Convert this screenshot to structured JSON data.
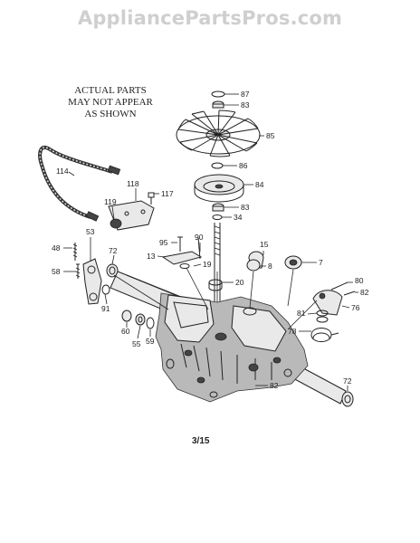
{
  "watermark": "AppliancePartsPros.com",
  "notice": [
    "ACTUAL PARTS",
    "MAY NOT APPEAR",
    "AS SHOWN"
  ],
  "page_number": "3/15",
  "callouts": [
    {
      "id": "c87",
      "label": "87"
    },
    {
      "id": "c83a",
      "label": "83"
    },
    {
      "id": "c85",
      "label": "85"
    },
    {
      "id": "c86",
      "label": "86"
    },
    {
      "id": "c84",
      "label": "84"
    },
    {
      "id": "c83b",
      "label": "83"
    },
    {
      "id": "c34",
      "label": "34"
    },
    {
      "id": "c114",
      "label": "114"
    },
    {
      "id": "c118",
      "label": "118"
    },
    {
      "id": "c117",
      "label": "117"
    },
    {
      "id": "c119",
      "label": "119"
    },
    {
      "id": "c90",
      "label": "90"
    },
    {
      "id": "c95",
      "label": "95"
    },
    {
      "id": "c13",
      "label": "13"
    },
    {
      "id": "c19",
      "label": "19"
    },
    {
      "id": "c15",
      "label": "15"
    },
    {
      "id": "c8",
      "label": "8"
    },
    {
      "id": "c7",
      "label": "7"
    },
    {
      "id": "c20",
      "label": "20"
    },
    {
      "id": "c48",
      "label": "48"
    },
    {
      "id": "c53",
      "label": "53"
    },
    {
      "id": "c72a",
      "label": "72"
    },
    {
      "id": "c58",
      "label": "58"
    },
    {
      "id": "c80",
      "label": "80"
    },
    {
      "id": "c82a",
      "label": "82"
    },
    {
      "id": "c76",
      "label": "76"
    },
    {
      "id": "c81",
      "label": "81"
    },
    {
      "id": "c91",
      "label": "91"
    },
    {
      "id": "c60",
      "label": "60"
    },
    {
      "id": "c55",
      "label": "55"
    },
    {
      "id": "c59",
      "label": "59"
    },
    {
      "id": "c78",
      "label": "78"
    },
    {
      "id": "c82b",
      "label": "82"
    },
    {
      "id": "c72b",
      "label": "72"
    }
  ]
}
